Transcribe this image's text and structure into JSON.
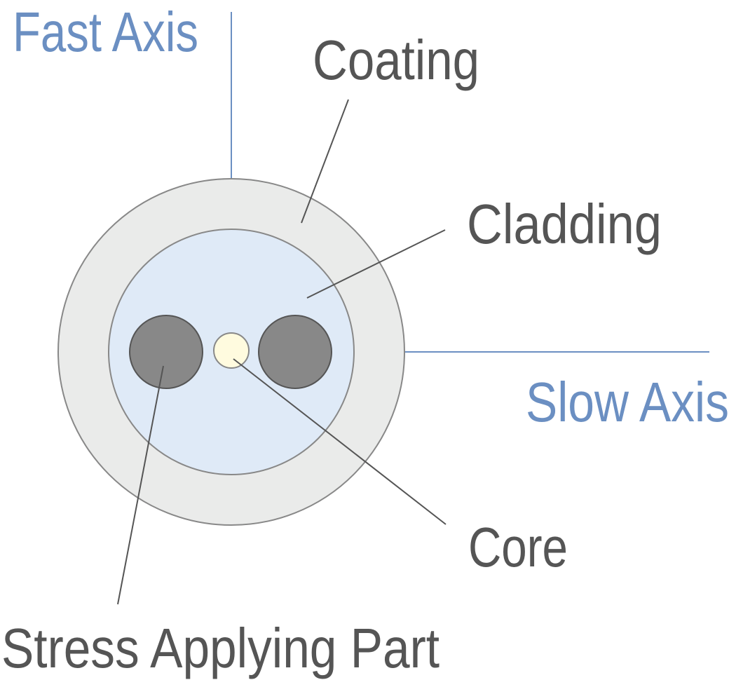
{
  "diagram": {
    "title_labels": {
      "fast_axis": "Fast Axis",
      "slow_axis": "Slow Axis",
      "coating": "Coating",
      "cladding": "Cladding",
      "core": "Core",
      "stress_applying_part": "Stress Applying Part"
    },
    "colors": {
      "axis": "#6b8fc2",
      "label": "#555555",
      "coating_fill": "#eaebea",
      "cladding_fill": "#dfeaf7",
      "stress_rod_fill": "#888888",
      "core_fill": "#fffbdf",
      "outline": "#888888"
    }
  }
}
